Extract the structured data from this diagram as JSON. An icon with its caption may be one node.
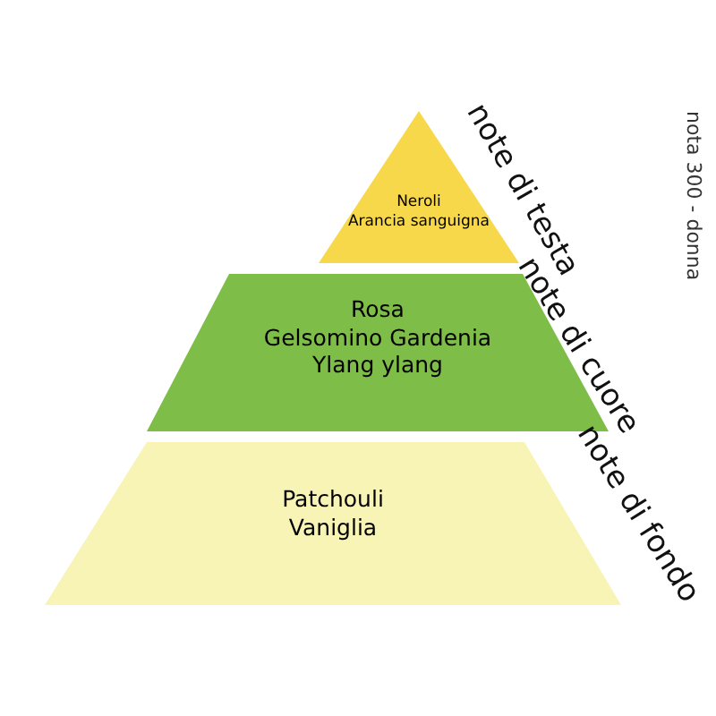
{
  "diagram": {
    "nodes": [
      {
        "text": [
          "Neroli",
          "Arancia sanguigna"
        ],
        "beside": [
          "note di testa"
        ]
      },
      {
        "text": [
          "Rosa",
          "Gelsomino Gardenia",
          "Ylang ylang"
        ],
        "beside": [
          "note di cuore"
        ]
      },
      {
        "text": [
          "Patchouli",
          "Vaniglia"
        ],
        "beside": [
          "note di fondo"
        ]
      }
    ],
    "labels": [
      "nota 300 - donna"
    ]
  }
}
